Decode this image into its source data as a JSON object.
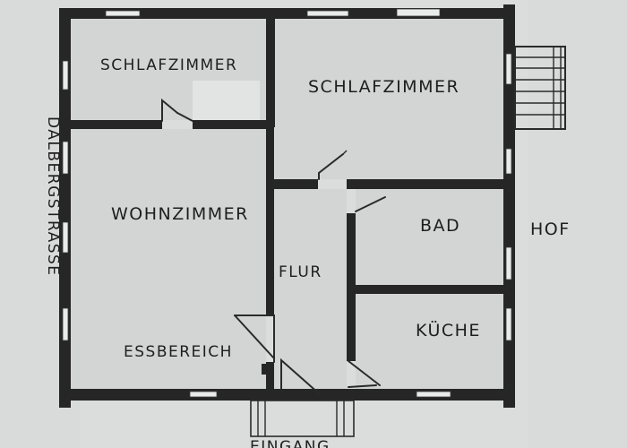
{
  "rooms": {
    "schlafzimmer_1": "SCHLAFZIMMER",
    "schlafzimmer_2": "SCHLAFZIMMER",
    "wohnzimmer": "WOHNZIMMER",
    "essbereich": "ESSBEREICH",
    "flur": "FLUR",
    "bad": "BAD",
    "kueche": "KÜCHE"
  },
  "outside": {
    "street": "DALBERGSTRASSE",
    "yard": "HOF",
    "entrance": "EINGANG"
  }
}
